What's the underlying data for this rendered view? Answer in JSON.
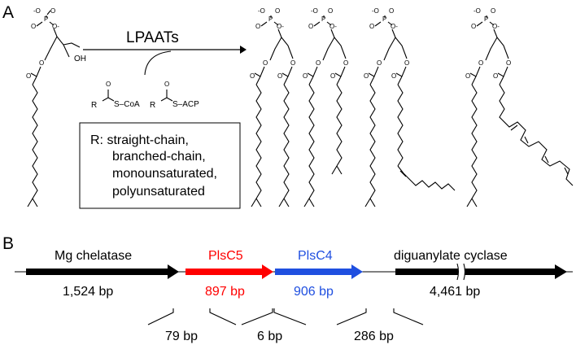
{
  "panel_a": {
    "label": "A",
    "enzyme": "LPAATs",
    "hydroxyl": "OH",
    "substrate_coa": "S–CoA",
    "substrate_acp": "S–ACP",
    "r_symbol": "R",
    "r_box_lines": [
      "R: straight-chain,",
      "branched-chain,",
      "monounsaturated,",
      "polyunsaturated"
    ]
  },
  "panel_b": {
    "label": "B",
    "genes": [
      {
        "name": "Mg chelatase",
        "length": "1,524 bp",
        "color": "#000000"
      },
      {
        "name": "PlsC5",
        "length": "897 bp",
        "color": "#ff0000"
      },
      {
        "name": "PlsC4",
        "length": "906 bp",
        "color": "#1f4fe0"
      },
      {
        "name": "diguanylate cyclase",
        "length": "4,461 bp",
        "color": "#000000"
      }
    ],
    "gaps": [
      "79 bp",
      "6 bp",
      "286 bp"
    ]
  }
}
